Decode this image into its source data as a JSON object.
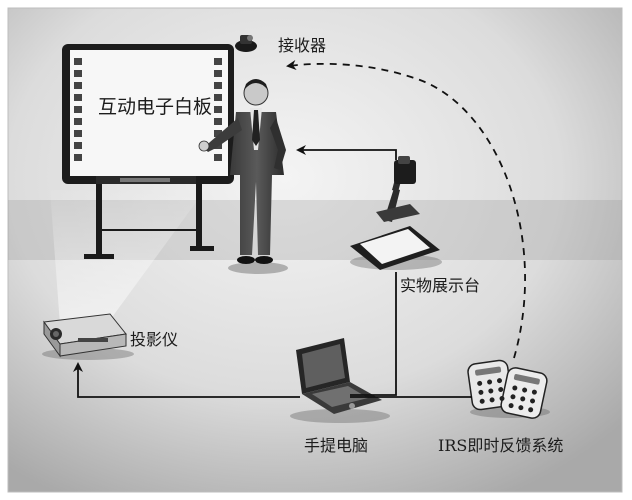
{
  "labels": {
    "receiver": "接收器",
    "whiteboard": "互动电子白板",
    "document_camera": "实物展示台",
    "projector": "投影仪",
    "laptop": "手提电脑",
    "irs": "IRS即时反馈系统"
  }
}
